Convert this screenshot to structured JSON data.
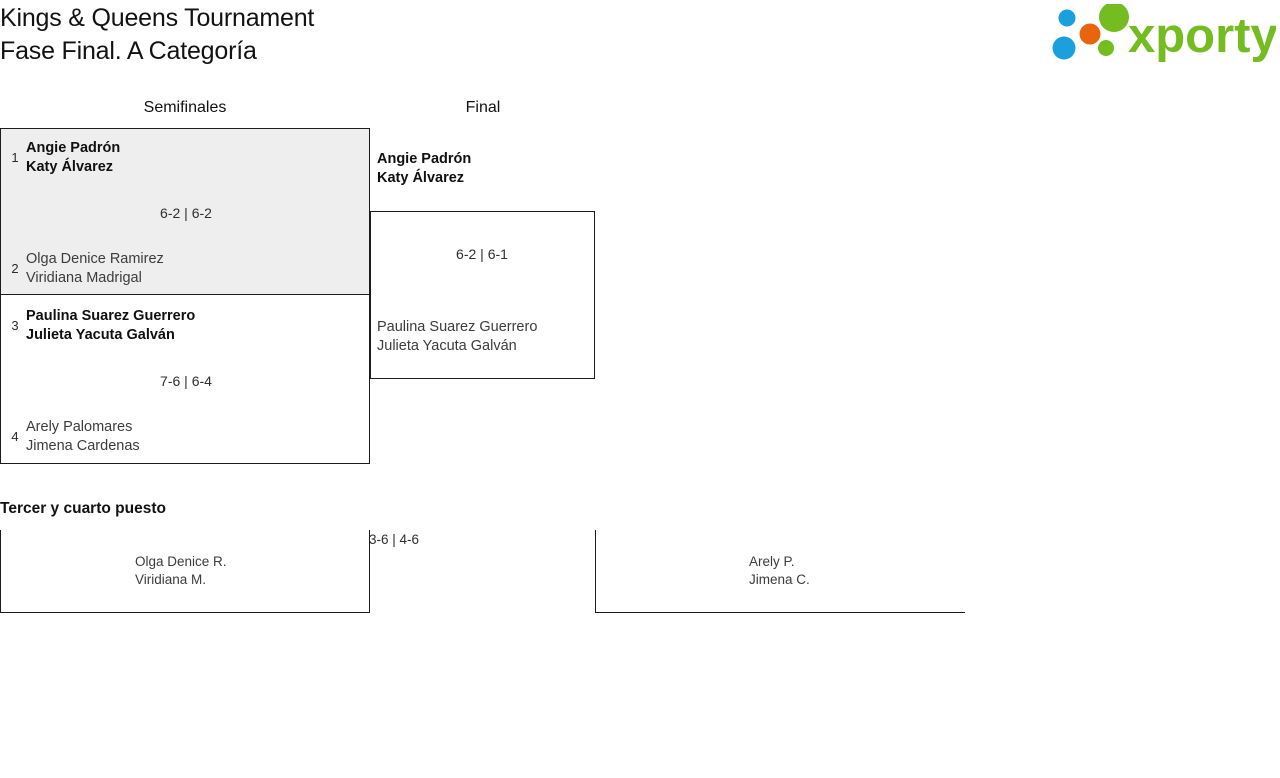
{
  "header": {
    "title_line_1": "Kings & Queens Tournament",
    "title_line_2": "Fase Final. A Categoría",
    "logo_text": "xporty",
    "logo_colors": {
      "green": "#74bc1f",
      "orange": "#e8650d",
      "blue": "#19a0dd"
    }
  },
  "rounds": {
    "semifinals_label": "Semifinales",
    "final_label": "Final"
  },
  "semifinals": [
    {
      "top": {
        "seed": "1",
        "player_1": "Angie Padrón",
        "player_2": "Katy Álvarez",
        "winner": true
      },
      "bottom": {
        "seed": "2",
        "player_1": "Olga Denice Ramirez",
        "player_2": "Viridiana Madrigal",
        "winner": false
      },
      "score": "6-2 | 6-2",
      "highlighted": true
    },
    {
      "top": {
        "seed": "3",
        "player_1": "Paulina Suarez Guerrero",
        "player_2": "Julieta Yacuta Galván",
        "winner": true
      },
      "bottom": {
        "seed": "4",
        "player_1": "Arely Palomares",
        "player_2": "Jimena Cardenas",
        "winner": false
      },
      "score": "7-6 | 6-4",
      "highlighted": false
    }
  ],
  "final": {
    "winner": {
      "player_1": "Angie Padrón",
      "player_2": "Katy Álvarez"
    },
    "loser": {
      "player_1": "Paulina Suarez Guerrero",
      "player_2": "Julieta Yacuta Galván"
    },
    "score": "6-2 | 6-1"
  },
  "third_place": {
    "heading": "Tercer y cuarto puesto",
    "left_team": {
      "player_1": "Olga Denice R.",
      "player_2": "Viridiana M."
    },
    "right_team": {
      "player_1": "Arely P.",
      "player_2": "Jimena C."
    },
    "score": "3-6 | 4-6"
  }
}
